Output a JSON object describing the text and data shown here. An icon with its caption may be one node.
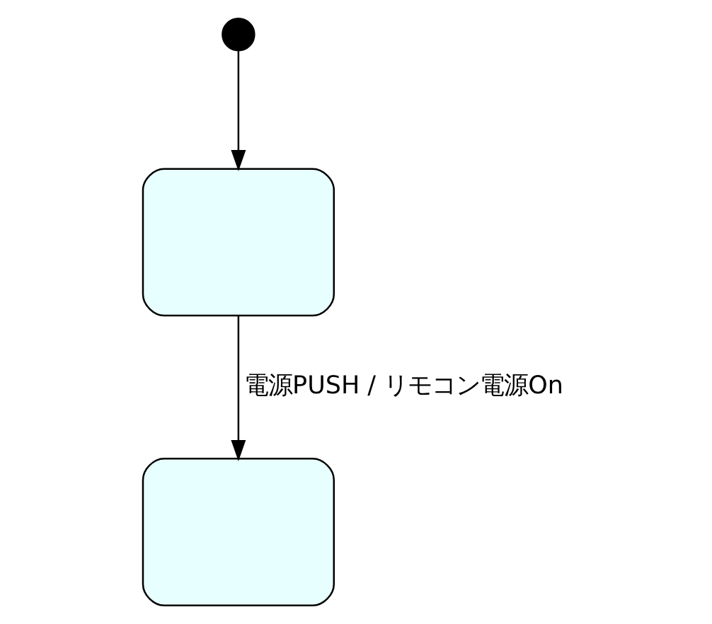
{
  "diagram": {
    "nodes": [
      {
        "text": [],
        "shape": "circle"
      },
      {
        "text": [],
        "shape": "box"
      },
      {
        "text": [],
        "shape": "box"
      }
    ],
    "edges": [
      {
        "from": 0,
        "to": 1,
        "arrow": "to"
      },
      {
        "from": 1,
        "to": 2,
        "arrow": "to",
        "label": "電源PUSH / リモコン電源On"
      }
    ]
  }
}
